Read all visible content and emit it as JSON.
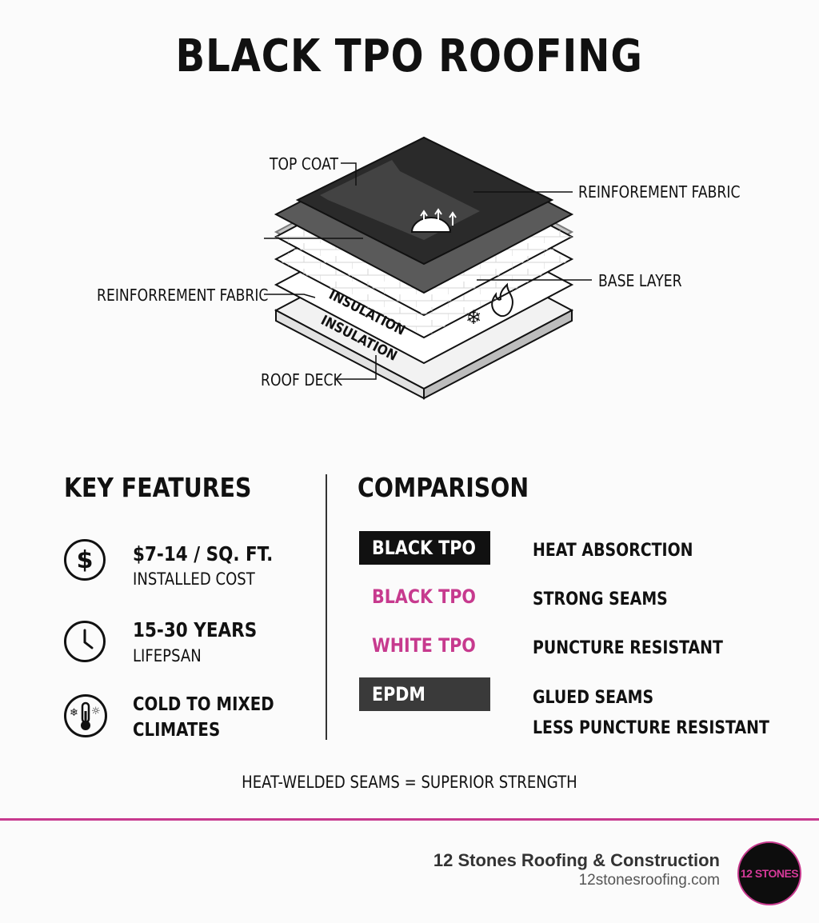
{
  "title": "BLACK TPO ROOFING",
  "diagram": {
    "callouts": {
      "top_coat": "TOP COAT",
      "reinforcement_right": "REINFOREMENT FABRIC",
      "reinforcement_left": "REINFORREMENT FABRIC",
      "base_layer": "BASE LAYER",
      "roof_deck": "ROOF DECK",
      "insulation_1": "INSULATION",
      "insulation_2": "INSULATION"
    },
    "icons": [
      "heat-arrows-icon",
      "snowflake-icon",
      "flame-icon"
    ]
  },
  "key_features": {
    "heading": "KEY FEATURES",
    "items": [
      {
        "icon": "dollar-icon",
        "line1": "$7-14 / SQ. FT.",
        "line2": "INSTALLED COST"
      },
      {
        "icon": "clock-icon",
        "line1": "15-30 YEARS",
        "line2": "LIFEPSAN"
      },
      {
        "icon": "thermometer-icon",
        "line1": "COLD TO MIXED",
        "line2": "CLIMATES"
      }
    ]
  },
  "comparison": {
    "heading": "COMPARISON",
    "rows": [
      {
        "label": "BLACK TPO",
        "desc": "HEAT ABSORCTION"
      },
      {
        "label": "BLACK TPO",
        "desc": "STRONG SEAMS"
      },
      {
        "label": "WHITE TPO",
        "desc": "PUNCTURE RESISTANT"
      },
      {
        "label": "EPDM",
        "desc": "GLUED SEAMS",
        "desc2": "LESS PUNCTURE RESISTANT"
      }
    ]
  },
  "tagline": "HEAT-WELDED SEAMS = SUPERIOR STRENGTH",
  "footer": {
    "company": "12 Stones Roofing & Construction",
    "website": "12stonesroofing.com",
    "logo_text": "12 STONES"
  },
  "colors": {
    "accent": "#c73a8e",
    "black": "#111111",
    "dark_gray": "#3a3a3a"
  }
}
